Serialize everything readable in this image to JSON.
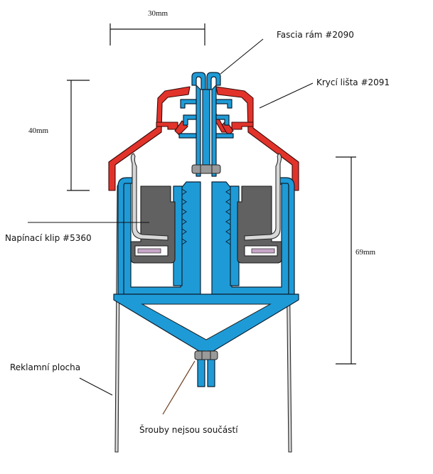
{
  "dimensions": {
    "top_width": "30mm",
    "left_height": "40mm",
    "right_height": "69mm"
  },
  "labels": {
    "fascia_frame": "Fascia rám #2090",
    "cover_strip": "Krycí lišta #2091",
    "tension_clip": "Napínací klip #5360",
    "advertising_surface": "Reklamní plocha",
    "screws_note": "Šrouby nejsou součástí"
  },
  "colors": {
    "frame_blue": "#1E9BD7",
    "cover_red": "#E2332B",
    "clip_grey": "#616161"
  }
}
